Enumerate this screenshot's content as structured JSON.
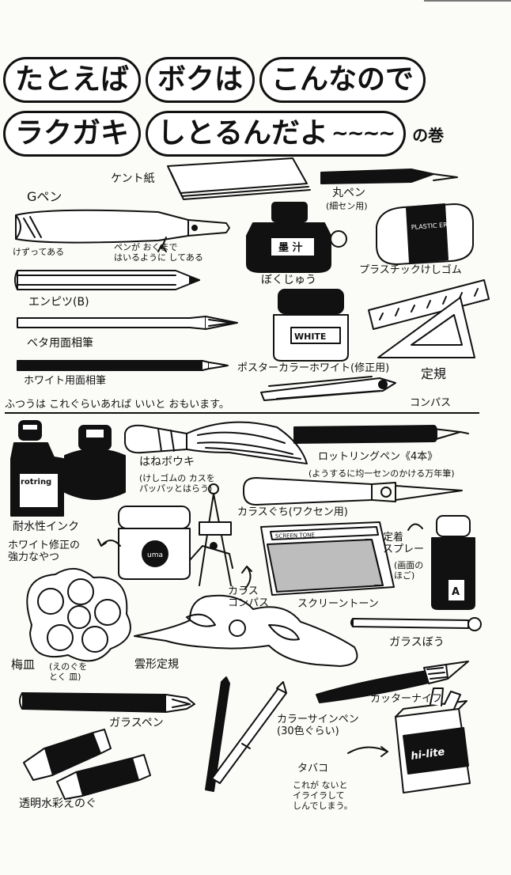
{
  "title": {
    "line1": [
      "たとえば",
      "ボクは",
      "こんなので"
    ],
    "line2": [
      "ラクガキ",
      "しとるんだよ"
    ],
    "line2_tail": "~~~~",
    "line2_suffix": "の巻"
  },
  "labels": {
    "kent_paper": "ケント紙",
    "g_pen": "Gペン",
    "maru_pen": "丸ペン",
    "maru_pen_note": "(細セン用)",
    "shaved": "けずってある",
    "pen_note": "ペンが おくまで\nはいるように してある",
    "bokujuu": "ぼくじゅう",
    "plastic_eraser": "プラスチックけしゴム",
    "pencil": "エンピツ(B)",
    "beta_brush": "ベタ用面相筆",
    "white_brush": "ホワイト用面相筆",
    "poster_white": "ポスターカラーホワイト(修正用)",
    "ruler": "定規",
    "compass": "コンパス",
    "usually_enough": "ふつうは これぐらいあれば いいと おもいます。",
    "hane_bouki": "はねボウキ",
    "hane_note": "(けしゴムの カスを\nパッパッとはらう)",
    "rotring": "ロットリングペン《4本》",
    "rotring_note": "(ようするに均一センのかける万年筆)",
    "waterproof_ink": "耐水性インク",
    "karasuguchi": "カラスぐち(ワクセン用)",
    "strong_white": "ホワイト修正の\n強力なやつ",
    "fixative": "定着\nスプレー",
    "fixative_note": "(画面の\nほご)",
    "karasu_compass": "カラス\nコンパス",
    "screentone": "スクリーントーン",
    "glass_rod": "ガラスぼう",
    "umezara": "梅皿",
    "umezara_note": "(えのぐを\nとく 皿)",
    "cloud_ruler": "雲形定規",
    "cutter": "カッターナイフ",
    "glass_pen": "ガラスペン",
    "color_sign_pen": "カラーサインペン\n(30色ぐらい)",
    "tobacco": "タバコ",
    "tobacco_note": "これが ないと\nイライラして\nしんでしまう。",
    "watercolor": "透明水彩えのぐ"
  },
  "drawn_text": {
    "ink_bottle": "墨 汁",
    "poster_jar": "WHITE",
    "eraser_brand": "PLASTIC ERASER",
    "rotring_label": "rotring",
    "white_jar": "uma",
    "spray_letter": "A",
    "tone_brand": "SCREEN TONE",
    "cigarette_brand": "hi-lite"
  },
  "colors": {
    "ink": "#111111",
    "paper": "#fbfbf8"
  }
}
